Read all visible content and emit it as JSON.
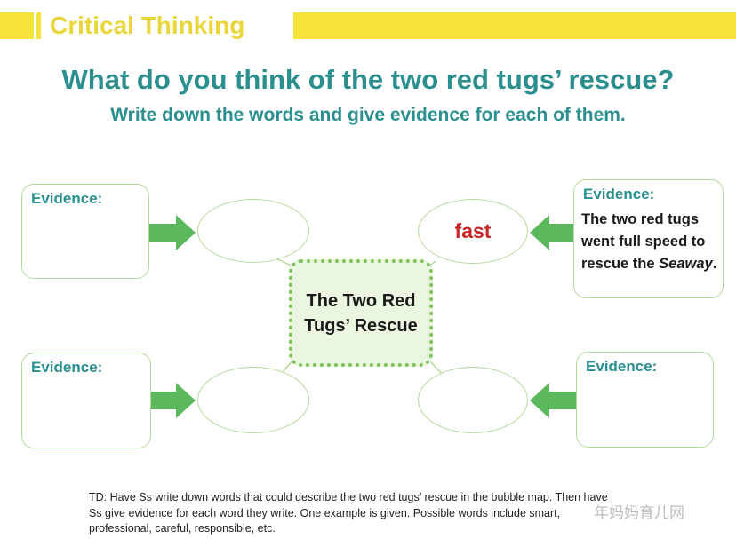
{
  "header": {
    "section_title": "Critical Thinking"
  },
  "question": "What do you think of the two red tugs’ rescue?",
  "instruction": "Write down the words and give evidence for each of them.",
  "center_topic": "The Two Red Tugs’ Rescue",
  "evidence_label": "Evidence:",
  "bubbles": {
    "top_left": "",
    "top_right": "fast",
    "bottom_left": "",
    "bottom_right": ""
  },
  "evidence": {
    "top_right_text": "The two red tugs went full speed to rescue the",
    "top_right_italic": "Seaway",
    "top_right_end": "."
  },
  "footnote": "TD: Have Ss write down words that could describe the two red tugs’ rescue in the bubble map. Then have Ss give evidence for each word they write. One example is given. Possible words include smart, professional, careful, responsible, etc.",
  "watermark": "年妈妈育儿网",
  "colors": {
    "accent_yellow": "#f5e23a",
    "teal": "#2b8f8f",
    "arrow_green": "#5cb85c",
    "border_green": "#b5d99c",
    "highlight_red": "#c62828"
  }
}
